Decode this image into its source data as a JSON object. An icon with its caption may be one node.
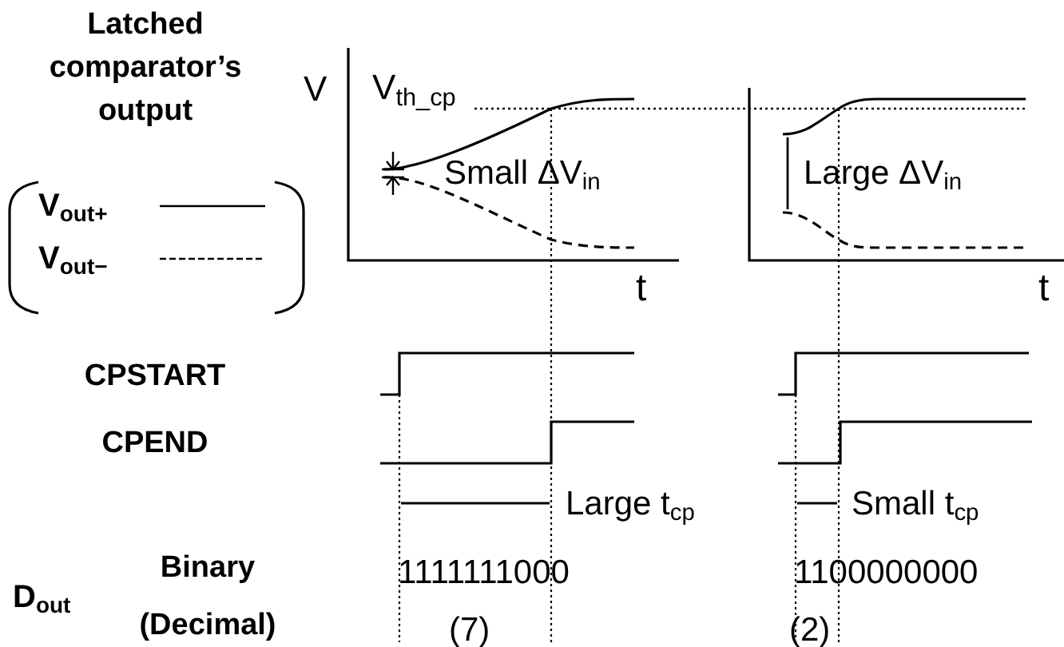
{
  "diagram": {
    "labels": [
      "Latched comparator’s output",
      "V",
      "V$_{th_cp}$",
      "Small ΔV$_{in}$",
      "t",
      "Large ΔV$_{in}$",
      "t",
      "CPSTART",
      "CPEND",
      "Large t$_{cp}$",
      "Small t$_{cp}$",
      "D$_{out}$",
      "Binary",
      "(Decimal)",
      "1111111000",
      "1100000000",
      "(7)",
      "(2)"
    ],
    "legend": [
      {
        "text": "V$_{out+}$"
      },
      {
        "text": "V$_{out−}$"
      }
    ]
  }
}
